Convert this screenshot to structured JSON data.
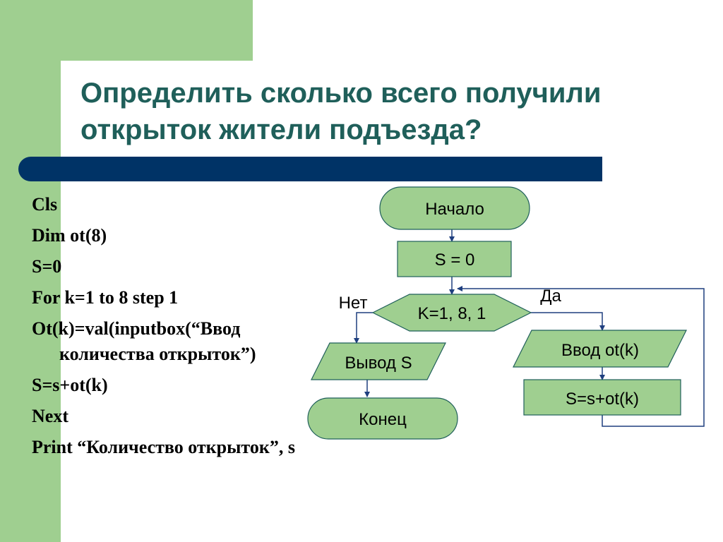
{
  "title": {
    "line1": "Определить сколько всего получили",
    "line2": "открыток жители подъезда?"
  },
  "code": {
    "lines": [
      "Cls",
      "Dim ot(8)",
      "S=0",
      "For k=1 to 8 step 1"
    ],
    "wrap_line_a": "Ot(k)=val(inputbox(“Ввод",
    "wrap_line_b": "количества открыток”)",
    "lines_after": [
      "S=s+ot(k)",
      "Next",
      "Print “Количество открыток”, s"
    ]
  },
  "flowchart": {
    "start": "Начало",
    "init": "S = 0",
    "loop": "K=1, 8, 1",
    "label_no": "Нет",
    "label_yes": "Да",
    "output": "Вывод S",
    "input": "Ввод ot(k)",
    "sum": "S=s+ot(k)",
    "end": "Конец"
  },
  "colors": {
    "accent_green": "#9fcf90",
    "shape_fill": "#9fcf90",
    "divider_navy": "#003366",
    "title_teal": "#1f5f5a",
    "connector_blue": "#1f3f7f"
  }
}
